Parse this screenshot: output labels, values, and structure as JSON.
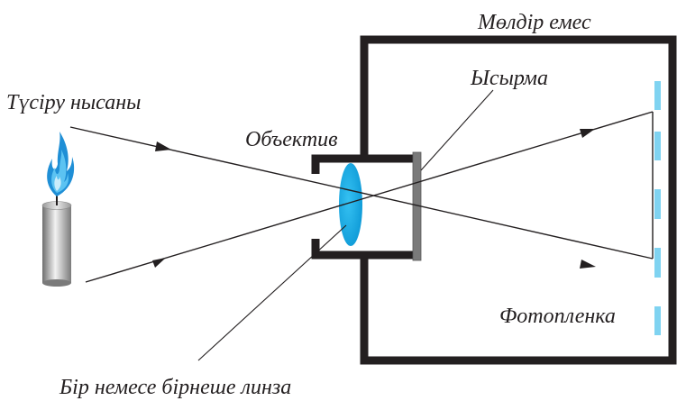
{
  "labels": {
    "opaque_box": "Мөлдір емес",
    "shutter": "Ысырма",
    "object": "Түсіру нысаны",
    "objective": "Объектив",
    "film": "Фотопленка",
    "lens": "Бір немесе бірнеше линза"
  },
  "colors": {
    "outline": "#231f20",
    "lens": "#16a9e1",
    "film": "#7fd3f1",
    "shutter": "#7a7a7a",
    "flame": "#1f8fd6"
  },
  "icons": {
    "candle": "candle-icon",
    "flame": "flame-icon"
  }
}
